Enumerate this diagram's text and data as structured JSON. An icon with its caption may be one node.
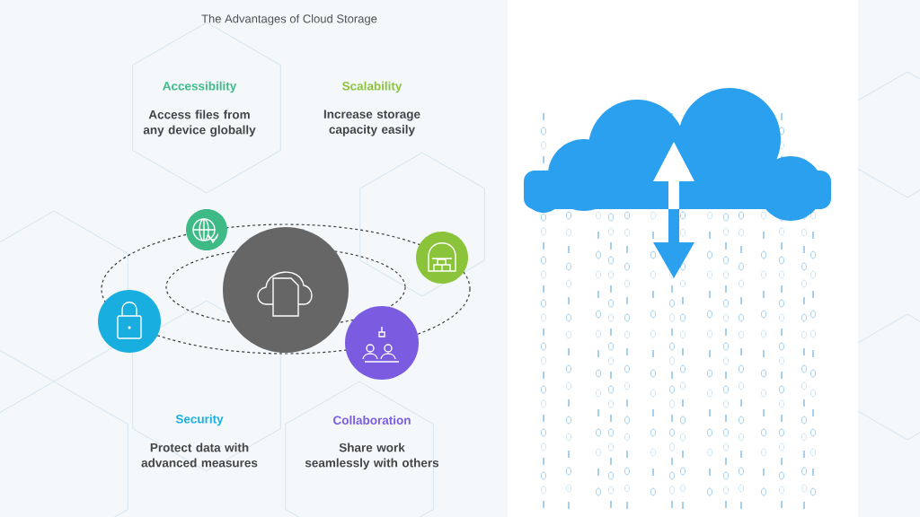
{
  "diagram": {
    "title": "The Advantages of Cloud Storage",
    "labels": [
      "Accessibility",
      "Scalability",
      "Access files from any device globally",
      "Increase storage capacity easily",
      "Security",
      "Collaboration",
      "Protect data with advanced measures",
      "Share work seamlessly with others"
    ]
  }
}
